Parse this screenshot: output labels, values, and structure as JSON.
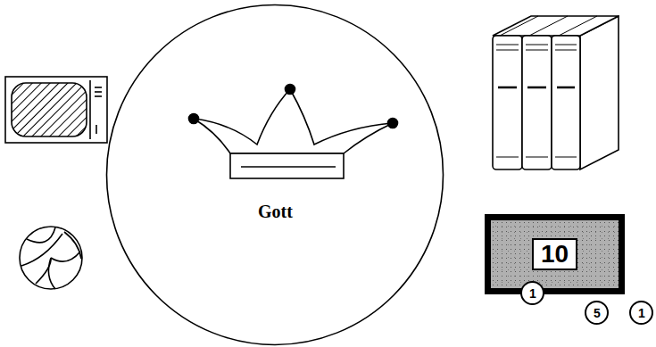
{
  "diagram": {
    "nodes": [
      {
        "text": [
          "Gott"
        ]
      },
      {
        "text": [
          "10"
        ]
      },
      {
        "text": [
          "1"
        ]
      },
      {
        "text": [
          "5"
        ]
      },
      {
        "text": [
          "1"
        ]
      }
    ]
  }
}
